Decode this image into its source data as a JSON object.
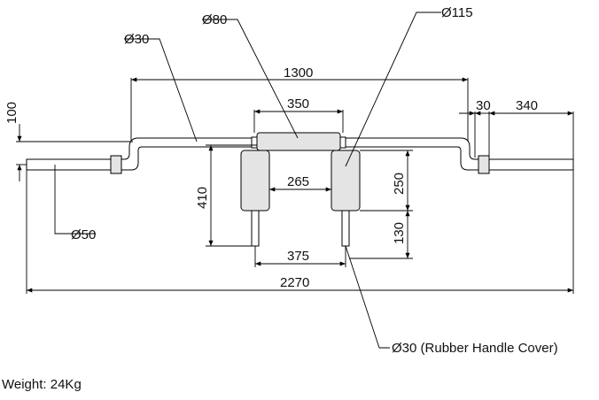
{
  "labels": {
    "d80": "Ø80",
    "d115": "Ø115",
    "d30_top": "Ø30",
    "d50": "Ø50",
    "d30_handle": "Ø30 (Rubber Handle Cover)",
    "len_1300": "1300",
    "len_350": "350",
    "len_30": "30",
    "len_340": "340",
    "len_100": "100",
    "len_265": "265",
    "len_410": "410",
    "len_250": "250",
    "len_130": "130",
    "len_375": "375",
    "len_2270": "2270"
  },
  "weight": "Weight: 24Kg"
}
